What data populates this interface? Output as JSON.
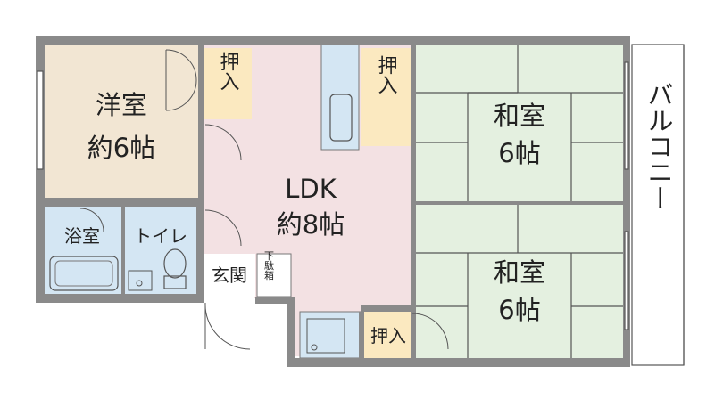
{
  "rooms": {
    "western": {
      "name": "洋室",
      "size": "約6帖"
    },
    "ldk": {
      "name": "LDK",
      "size": "約8帖"
    },
    "japanese_upper": {
      "name": "和室",
      "size": "6帖"
    },
    "japanese_lower": {
      "name": "和室",
      "size": "6帖"
    },
    "bath": {
      "name": "浴室"
    },
    "toilet": {
      "name": "トイレ"
    },
    "entrance": {
      "name": "玄関"
    },
    "shoe_box": {
      "name": "下駄箱"
    },
    "closet_1": {
      "name": "押入"
    },
    "closet_2": {
      "name": "押入"
    },
    "closet_3": {
      "name": "押入"
    },
    "balcony": {
      "name": "バルコニー"
    }
  },
  "colors": {
    "western": "#f2e6d3",
    "ldk": "#f3e1e3",
    "tatami": "#e4f0e0",
    "wet": "#d4e6f3",
    "closet": "#fbe9c0",
    "wall": "#8a8a8a"
  }
}
